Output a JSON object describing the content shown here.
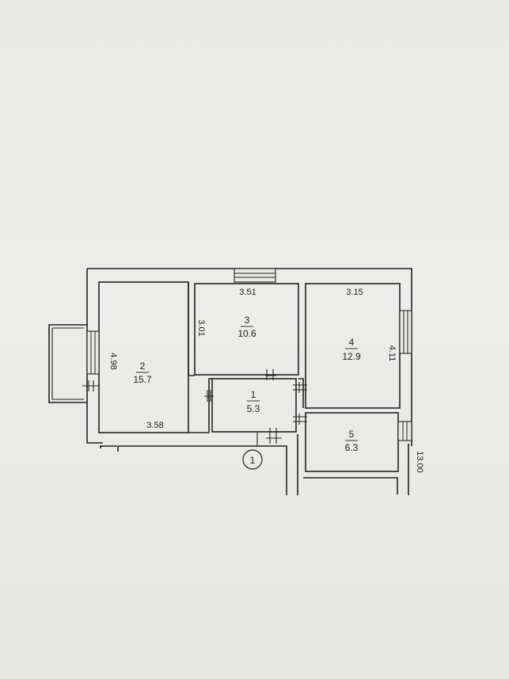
{
  "plan": {
    "rooms": [
      {
        "id": "1",
        "number": "1",
        "area": "5.3"
      },
      {
        "id": "2",
        "number": "2",
        "area": "15.7"
      },
      {
        "id": "3",
        "number": "3",
        "area": "10.6"
      },
      {
        "id": "4",
        "number": "4",
        "area": "12.9"
      },
      {
        "id": "5",
        "number": "5",
        "area": "6.3"
      }
    ],
    "dimensions": {
      "room2_height": "4.98",
      "room2_width": "3.58",
      "room3_width": "3.51",
      "room3_height": "3.01",
      "room4_width": "3.15",
      "room4_height": "4.11",
      "building_edge": "13.00"
    },
    "marker": "1"
  }
}
